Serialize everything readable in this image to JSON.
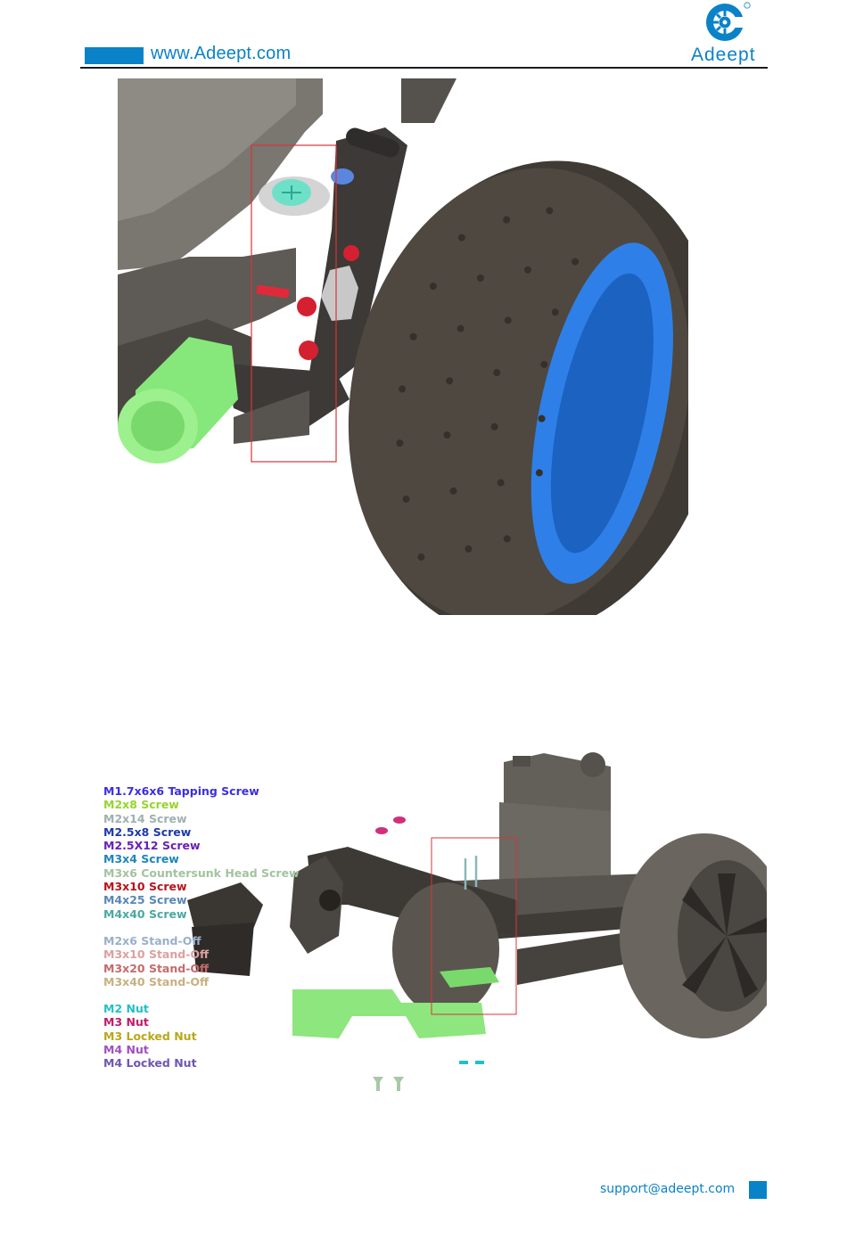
{
  "header": {
    "website": "www.Adeept.com",
    "brand": "Adeept",
    "registered_mark": "®",
    "accent_color": "#0a82c8"
  },
  "figures": [
    {
      "subject": "wheel-hub-assembly-closeup",
      "highlight_color": "#d9343a"
    },
    {
      "subject": "front-steering-assembly-exploded",
      "highlight_color": "#d9343a"
    }
  ],
  "legend": {
    "screws": [
      {
        "label": "M1.7x6x6 Tapping Screw",
        "color": "#3b2ee0"
      },
      {
        "label": "M2x8 Screw",
        "color": "#97d42c"
      },
      {
        "label": "M2x14 Screw",
        "color": "#9fb0b0"
      },
      {
        "label": "M2.5x8 Screw",
        "color": "#1e3aa8"
      },
      {
        "label": "M2.5X12 Screw",
        "color": "#6a1fb8"
      },
      {
        "label": "M3x4 Screw",
        "color": "#1f86b8"
      },
      {
        "label": "M3x6 Countersunk Head Screw",
        "color": "#a2c3a0"
      },
      {
        "label": "M3x10 Screw",
        "color": "#b8141c"
      },
      {
        "label": "M4x25 Screw",
        "color": "#5a86b8"
      },
      {
        "label": "M4x40 Screw",
        "color": "#4aa8a0"
      }
    ],
    "standoffs": [
      {
        "label": "M2x6 Stand-Off",
        "color": "#9ab0c8"
      },
      {
        "label": "M3x10 Stand-Off",
        "color": "#dca0a0"
      },
      {
        "label": "M3x20 Stand-Off",
        "color": "#c66a6a"
      },
      {
        "label": "M3x40 Stand-Off",
        "color": "#c8b080"
      }
    ],
    "nuts": [
      {
        "label": "M2 Nut",
        "color": "#22c0c8"
      },
      {
        "label": "M3 Nut",
        "color": "#c01c6a"
      },
      {
        "label": "M3 Locked Nut",
        "color": "#b8a81c"
      },
      {
        "label": "M4 Nut",
        "color": "#a050c0"
      },
      {
        "label": "M4 Locked Nut",
        "color": "#7055b0"
      }
    ]
  },
  "footer": {
    "email": "support@adeept.com"
  }
}
